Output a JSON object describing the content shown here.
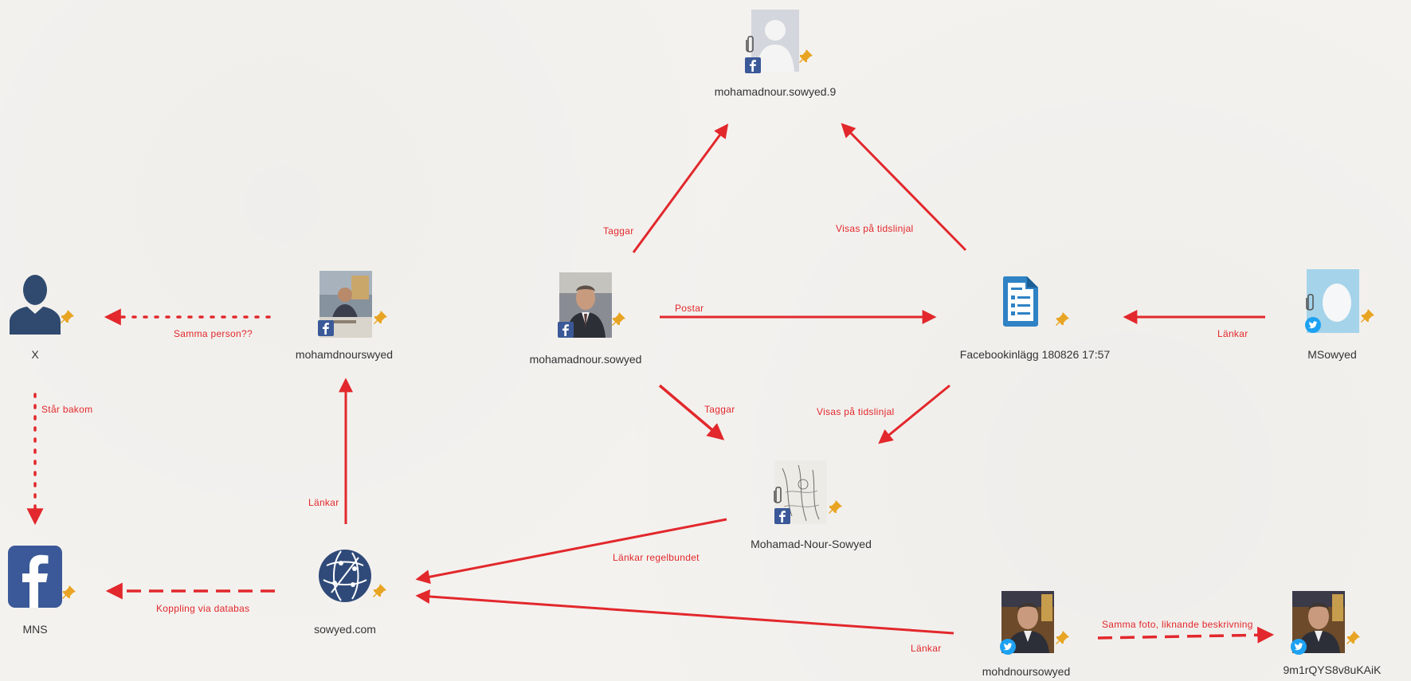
{
  "nodes": {
    "fb9": {
      "label": "mohamadnour.sowyed.9",
      "icon": "facebook-profile-placeholder-icon"
    },
    "x": {
      "label": "X",
      "icon": "person-silhouette-icon"
    },
    "mns_old": {
      "label": "mohamdnourswyed",
      "icon": "facebook-profile-photo"
    },
    "main": {
      "label": "mohamadnour.sowyed",
      "icon": "facebook-profile-photo"
    },
    "post": {
      "label": "Facebookinlägg 180826 17:57",
      "icon": "document-icon"
    },
    "msowyed": {
      "label": "MSowyed",
      "icon": "twitter-egg-avatar-icon"
    },
    "page": {
      "label": "Mohamad-Nour-Sowyed",
      "icon": "facebook-page-sketch-photo"
    },
    "mns": {
      "label": "MNS",
      "icon": "facebook-logo-icon"
    },
    "site": {
      "label": "sowyed.com",
      "icon": "globe-network-icon"
    },
    "tw1": {
      "label": "mohdnoursowyed",
      "icon": "twitter-profile-photo"
    },
    "tw2": {
      "label": "9m1rQYS8v8uKAiK",
      "icon": "twitter-profile-photo"
    }
  },
  "edges": {
    "main_fb9": "Taggar",
    "post_fb9": "Visas på tidslinjal",
    "main_post": "Postar",
    "msowyed_post": "Länkar",
    "mnsold_x": "Samma person??",
    "x_mns": "Står bakom",
    "site_mnsold": "Länkar",
    "main_page": "Taggar",
    "post_page": "Visas på tidslinjal",
    "page_site": "Länkar regelbundet",
    "site_mns": "Koppling via databas",
    "tw1_site": "Länkar",
    "tw1_tw2": "Samma foto, liknande beskrivning"
  },
  "colors": {
    "edge": "#e2282c",
    "facebook": "#3b5998",
    "twitter": "#1da1f2",
    "pin": "#e8a423",
    "document": "#2f82c4",
    "person": "#2f4a6e"
  }
}
